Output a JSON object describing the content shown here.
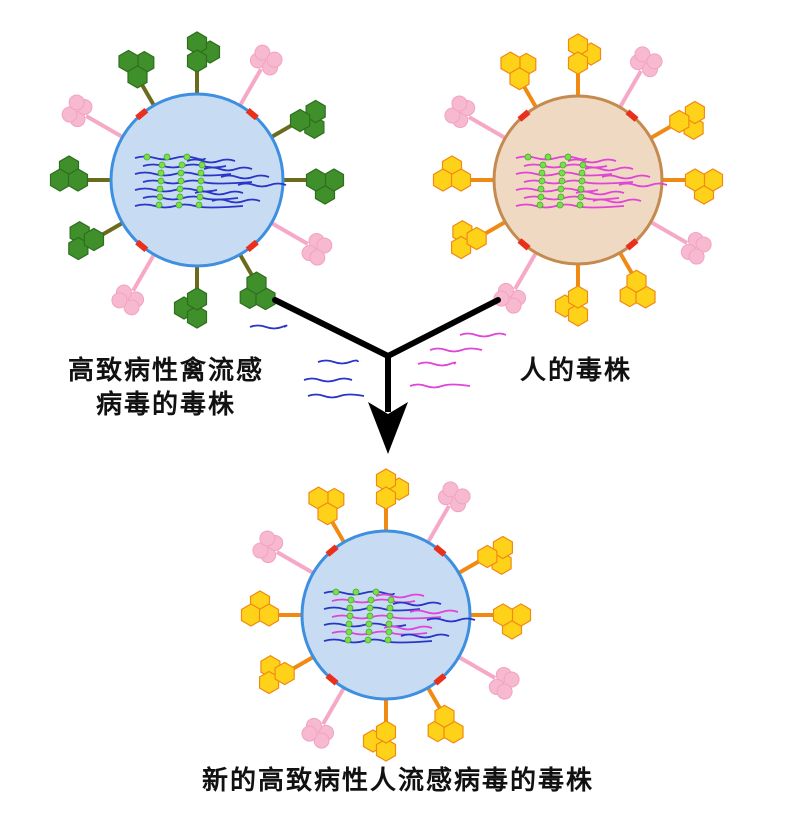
{
  "labels": {
    "avian_line1": "高致病性禽流感",
    "avian_line2": "病毒的毒株",
    "human": "人的毒株",
    "result": "新的高致病性人流感病毒的毒株"
  },
  "colors": {
    "avian_spike": "#3f8f2a",
    "avian_stem": "#6b6b1e",
    "human_spike": "#ffd21a",
    "human_stem": "#f08a12",
    "flower": "#f7b9cf",
    "flower_stem": "#f5a9c7",
    "blue_core": "#c7dcf3",
    "blue_rim": "#3e8fe0",
    "tan_core": "#efd9c3",
    "tan_rim": "#c48a4e",
    "marker": "#e9301c",
    "blue_rna": "#2a35c8",
    "pink_rna": "#e044d8",
    "bead": "#78e04a",
    "arrow": "#000000"
  }
}
